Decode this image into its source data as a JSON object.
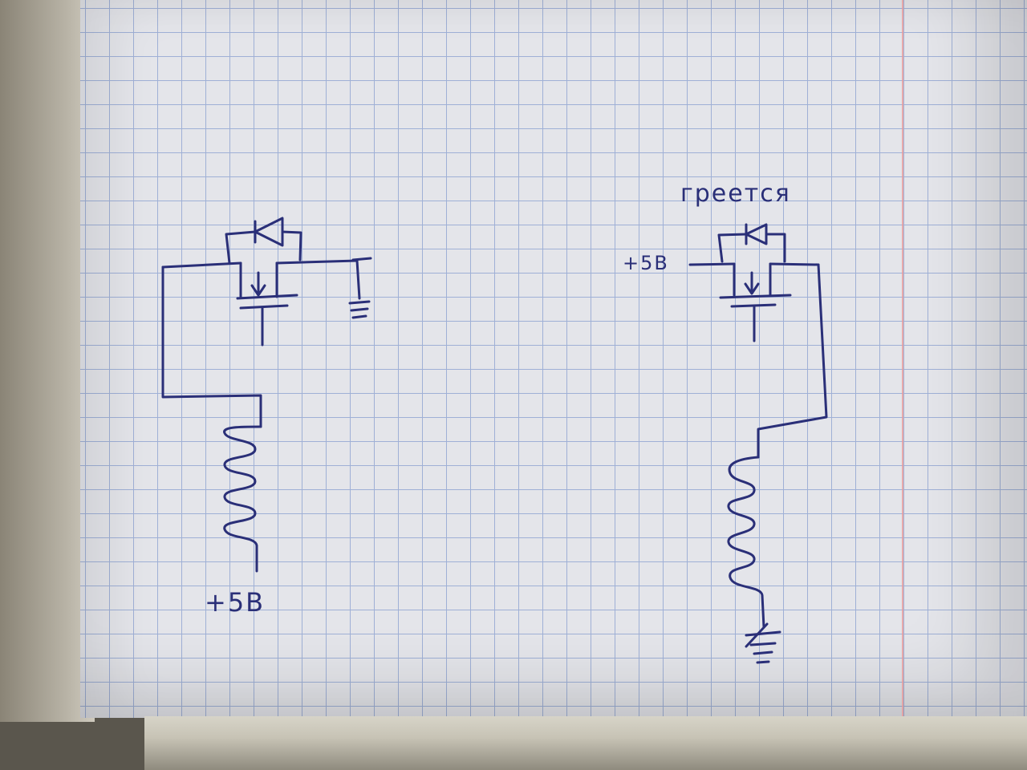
{
  "labels": {
    "left_supply": "+5B",
    "right_supply": "+5B",
    "heats_note": "греется"
  },
  "ink_color": "#2a2f78",
  "circuits": [
    {
      "name": "left",
      "components": [
        "mosfet",
        "body-diode",
        "inductor-coil",
        "ground"
      ]
    },
    {
      "name": "right",
      "components": [
        "mosfet",
        "body-diode",
        "inductor-coil",
        "ground"
      ]
    }
  ]
}
